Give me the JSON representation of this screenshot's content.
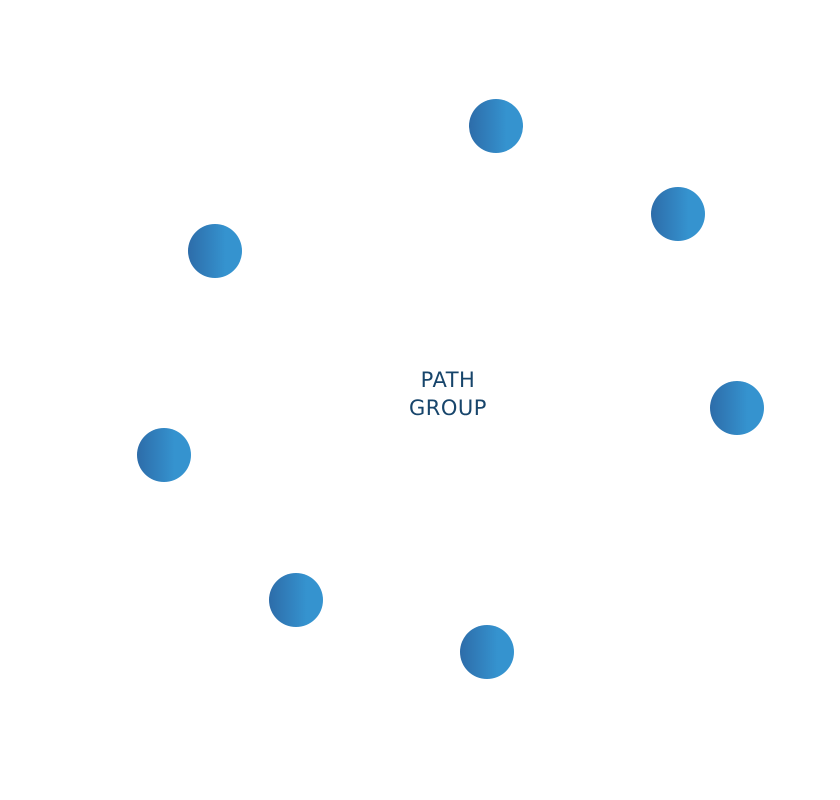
{
  "diagram": {
    "center": {
      "lines": [
        "PATH",
        "GROUP"
      ]
    },
    "node_count": 7,
    "colors": {
      "label": "#17456b",
      "node_dark": "#2d6ca9",
      "node_light": "#3593cf",
      "background": "#ffffff"
    }
  }
}
